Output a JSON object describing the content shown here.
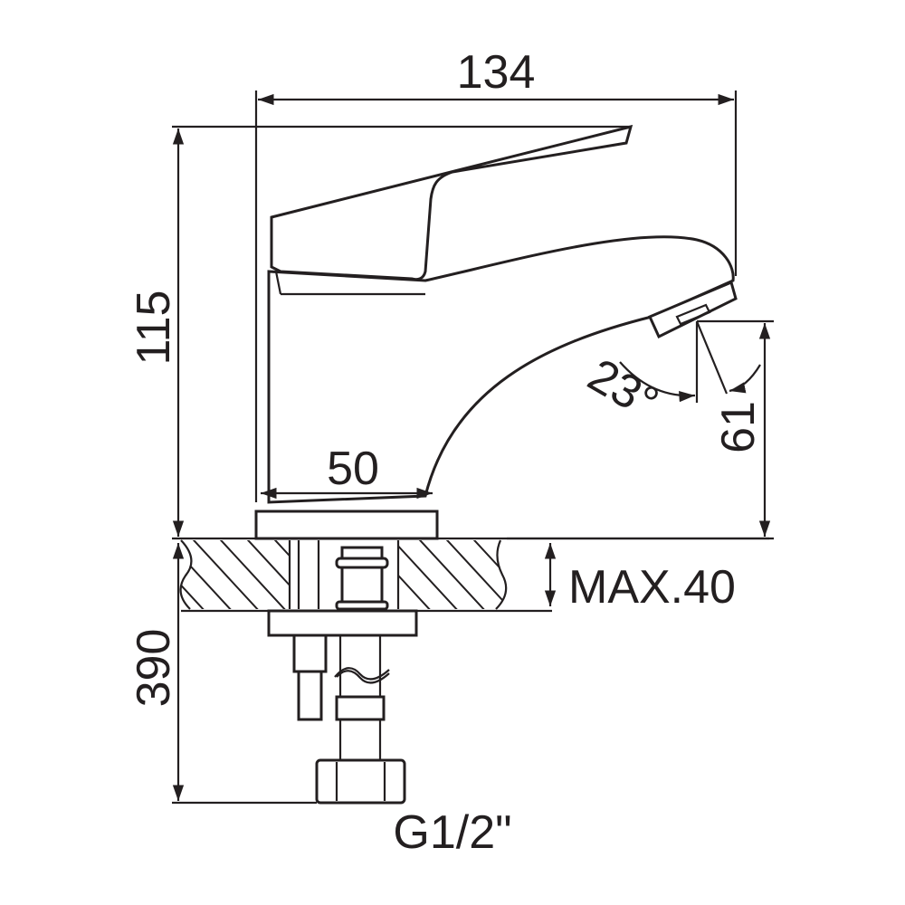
{
  "drawing": {
    "title": "Basin faucet dimensional drawing",
    "dimensions": {
      "overall_length": "134",
      "overall_height": "115",
      "base_width": "50",
      "spout_height": "61",
      "spout_angle": "23°",
      "hose_length": "390",
      "max_counter_thickness": "MAX.40",
      "connection_thread": "G1/2\""
    },
    "colors": {
      "line": "#231f20",
      "background": "#ffffff"
    }
  }
}
